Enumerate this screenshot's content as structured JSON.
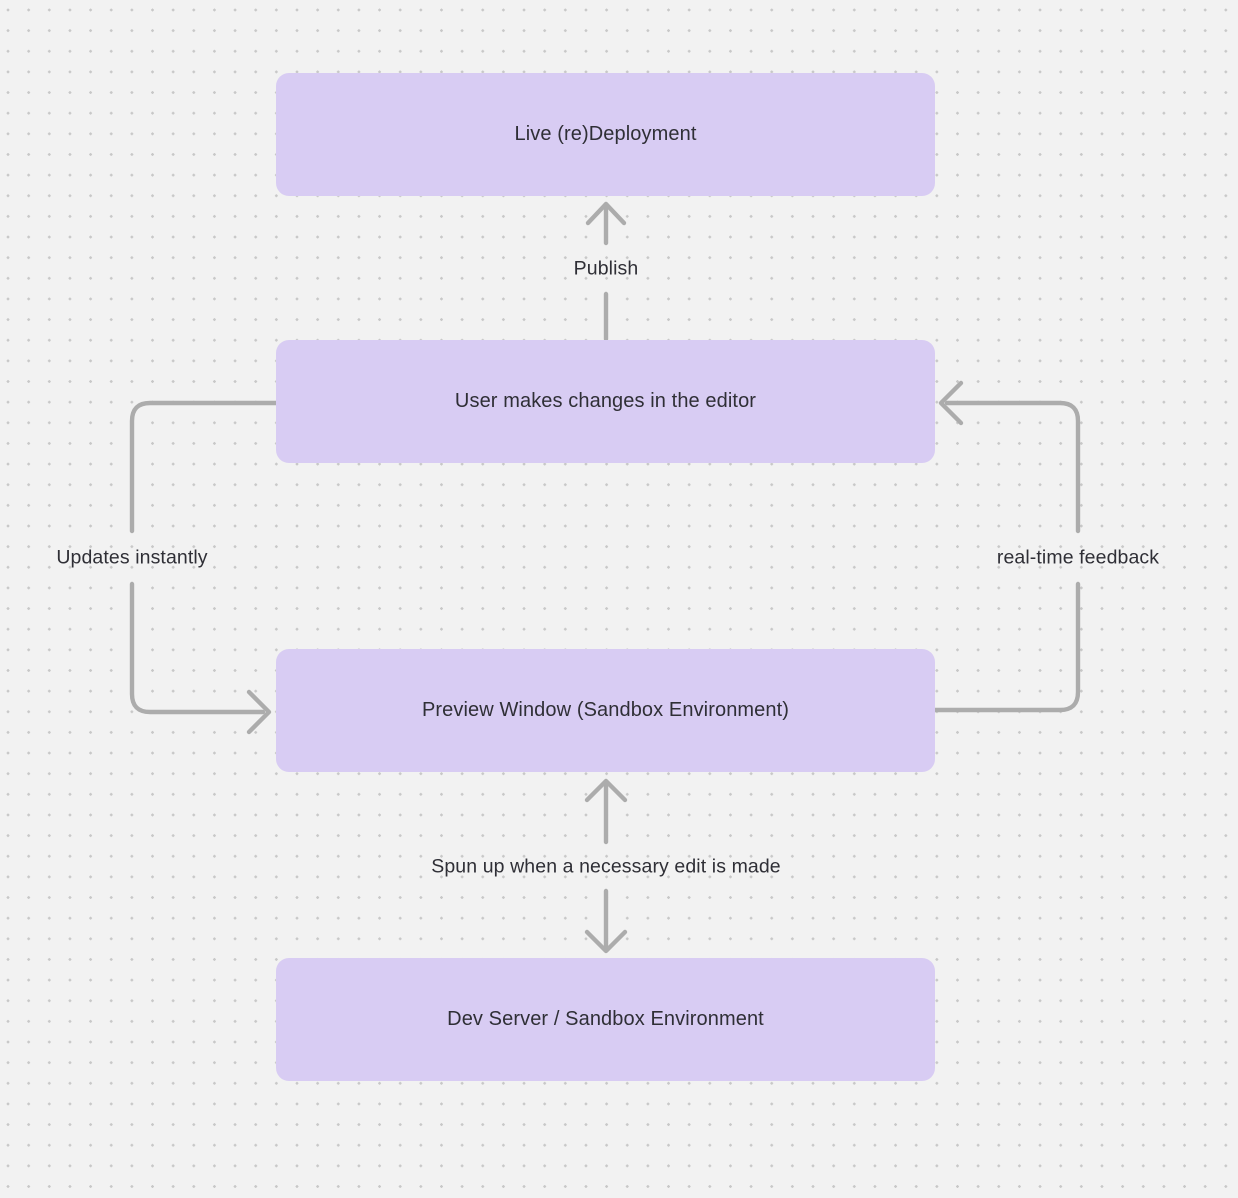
{
  "diagram": {
    "type": "flowchart",
    "nodes": [
      {
        "id": "live-redeployment",
        "label": "Live (re)Deployment"
      },
      {
        "id": "user-editor",
        "label": "User makes changes in the editor"
      },
      {
        "id": "preview-window",
        "label": "Preview Window (Sandbox Environment)"
      },
      {
        "id": "dev-server",
        "label": "Dev Server / Sandbox Environment"
      }
    ],
    "edges": [
      {
        "from": "user-editor",
        "to": "live-redeployment",
        "label": "Publish",
        "direction": "up",
        "arrowheads": "single"
      },
      {
        "from": "user-editor",
        "to": "preview-window",
        "label": "Updates instantly",
        "direction": "down-left-side",
        "arrowheads": "single"
      },
      {
        "from": "preview-window",
        "to": "user-editor",
        "label": "real-time feedback",
        "direction": "up-right-side",
        "arrowheads": "single"
      },
      {
        "from": "preview-window",
        "to": "dev-server",
        "label": "Spun up when a necessary edit is made",
        "direction": "vertical",
        "arrowheads": "both"
      }
    ],
    "colors": {
      "bg": "#f2f2f2",
      "dot": "#c8c8c8",
      "node-fill": "#d8ccf3",
      "text": "#2f2f36",
      "arrow": "#acacac"
    }
  }
}
